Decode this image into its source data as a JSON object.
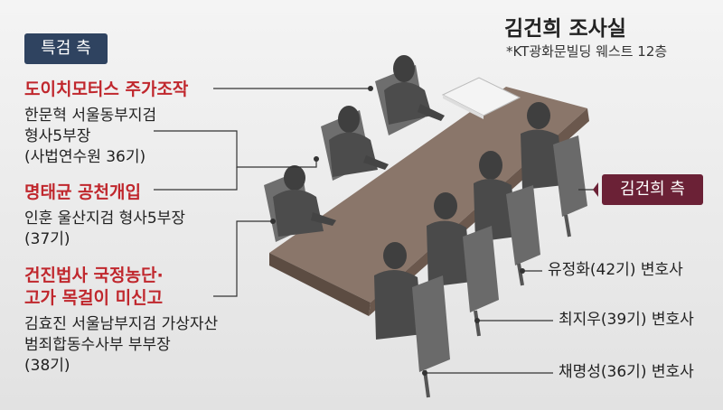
{
  "title": "김건희 조사실",
  "subtitle": "*KT광화문빌딩 웨스트 12층",
  "prosecution": {
    "badge": "특검 측",
    "groups": [
      {
        "case": "도이치모터스 주가조작",
        "person": [
          "한문혁 서울동부지검",
          "형사5부장",
          "(사법연수원 36기)"
        ]
      },
      {
        "case": "명태균 공천개입",
        "person": [
          "인훈 울산지검 형사5부장",
          "(37기)"
        ]
      },
      {
        "case": [
          "건진법사 국정농단·",
          "고가 목걸이 미신고"
        ],
        "person": [
          "김효진 서울남부지검 가상자산",
          "범죄합동수사부 부부장",
          "(38기)"
        ]
      }
    ]
  },
  "defense": {
    "badge": "김건희 측",
    "lawyers": [
      "유정화(42기) 변호사",
      "최지우(39기) 변호사",
      "채명성(36기) 변호사"
    ]
  },
  "colors": {
    "prosecution_badge": "#2f4360",
    "defense_badge": "#6b2136",
    "case_red": "#c0272d",
    "table": "#7d6a5e"
  }
}
